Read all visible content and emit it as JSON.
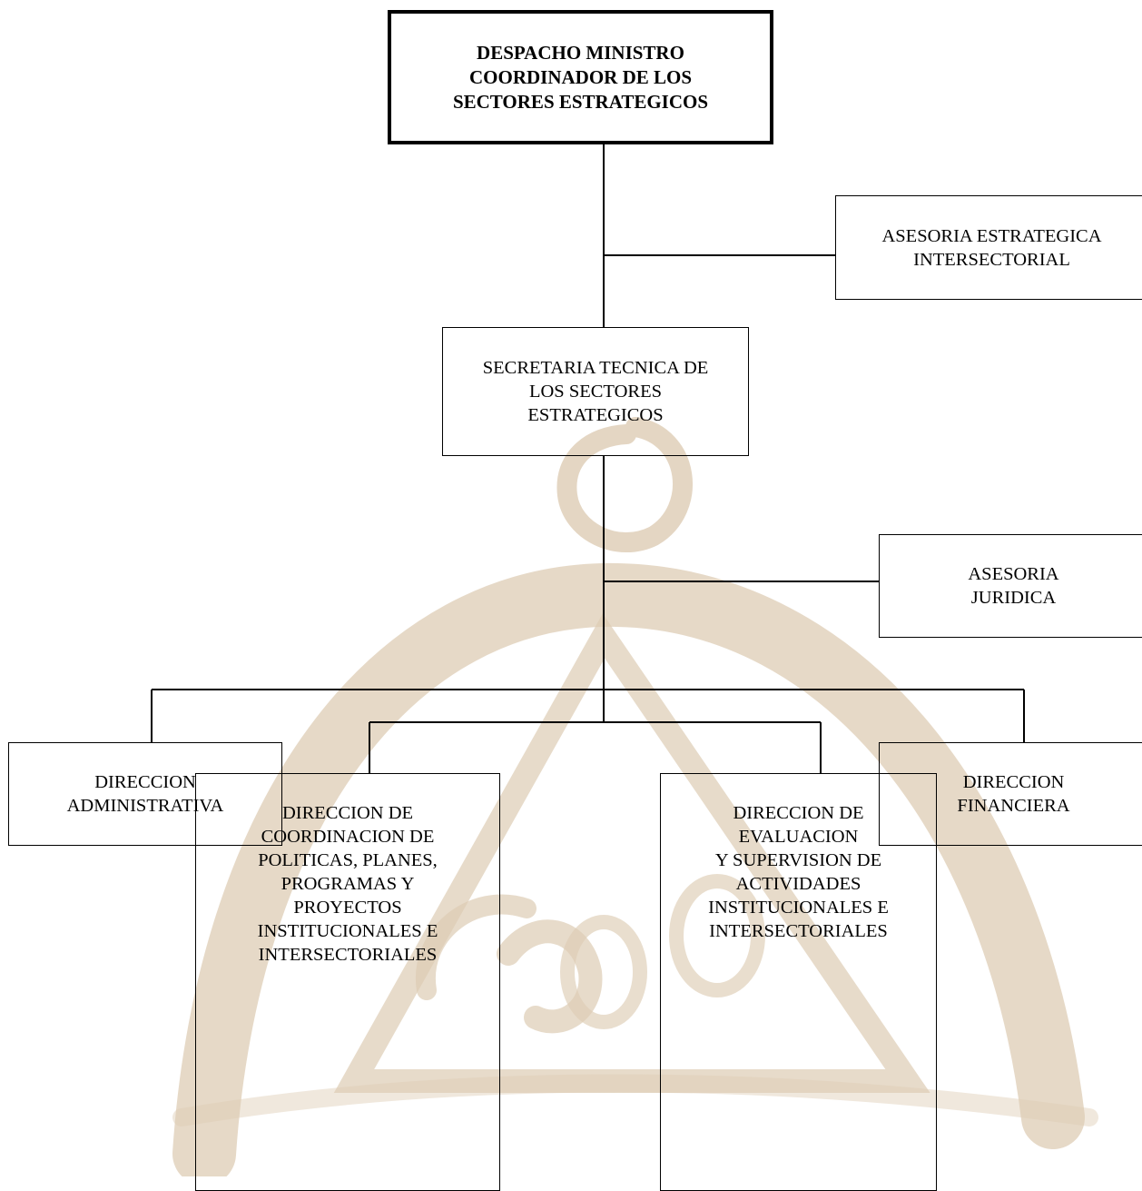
{
  "diagram": {
    "type": "org-chart",
    "nodes": {
      "despacho": "DESPACHO MINISTRO\nCOORDINADOR DE LOS\nSECTORES ESTRATEGICOS",
      "asesoria_estrategica": "ASESORIA ESTRATEGICA\nINTERSECTORIAL",
      "secretaria_tecnica": "SECRETARIA TECNICA DE\nLOS SECTORES\nESTRATEGICOS",
      "asesoria_juridica": "ASESORIA\nJURIDICA",
      "direccion_administrativa": "DIRECCION\nADMINISTRATIVA",
      "direccion_financiera": "DIRECCION\nFINANCIERA",
      "direccion_coordinacion": "DIRECCION DE\nCOORDINACION DE\nPOLITICAS, PLANES,\nPROGRAMAS Y\nPROYECTOS\nINSTITUCIONALES E\nINTERSECTORIALES",
      "direccion_evaluacion": "DIRECCION DE\nEVALUACION\nY SUPERVISION DE\nACTIVIDADES\nINSTITUCIONALES E\nINTERSECTORIALES"
    },
    "edges": [
      [
        "despacho",
        "asesoria_estrategica"
      ],
      [
        "despacho",
        "secretaria_tecnica"
      ],
      [
        "secretaria_tecnica",
        "asesoria_juridica"
      ],
      [
        "secretaria_tecnica",
        "direccion_administrativa"
      ],
      [
        "secretaria_tecnica",
        "direccion_financiera"
      ],
      [
        "secretaria_tecnica",
        "direccion_coordinacion"
      ],
      [
        "secretaria_tecnica",
        "direccion_evaluacion"
      ]
    ],
    "colors": {
      "lines": "#000000",
      "watermark": "#d9c8b0"
    }
  }
}
